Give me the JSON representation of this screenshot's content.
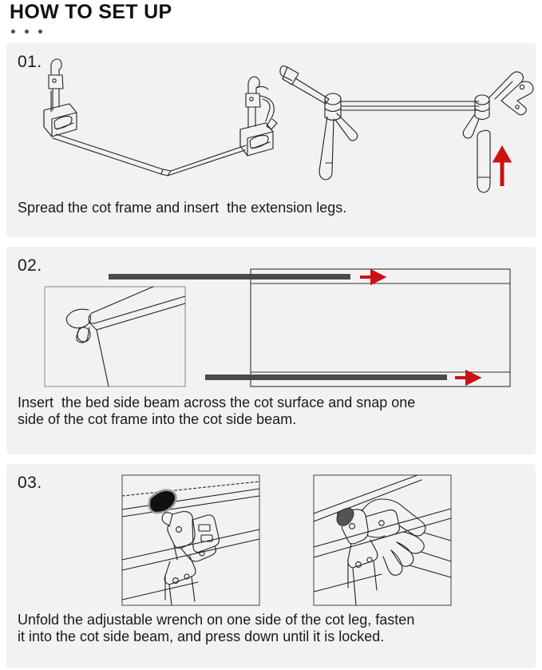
{
  "header": {
    "title": "HOW TO SET UP",
    "dots_count": 3
  },
  "colors": {
    "panel_background": "#f2f2f2",
    "page_background": "#ffffff",
    "text": "#1a1a1a",
    "arrow_red": "#cc1111",
    "beam_dark": "#4a4a4a",
    "line_art_stroke": "#222222"
  },
  "steps": [
    {
      "number": "01.",
      "caption": "Spread the cot frame and insert  the extension legs.",
      "figures": [
        {
          "name": "folded-cot-frame-illustration",
          "description": "V-shaped folded cot frame with two clamp fittings"
        },
        {
          "name": "spread-cot-frame-illustration",
          "description": "Spread cot frame with extension leg and upward red arrow"
        }
      ],
      "arrows": [
        {
          "name": "insert-leg-arrow",
          "direction": "up",
          "color": "#cc1111"
        }
      ]
    },
    {
      "number": "02.",
      "caption": "Insert  the bed side beam across the cot surface and snap one\nside of the cot frame into the cot side beam.",
      "figures": [
        {
          "name": "corner-snap-detail-inset",
          "description": "Bordered inset showing cot corner snap detail"
        },
        {
          "name": "cot-surface-beam-diagram",
          "description": "Cot surface rectangle with two dark side beams sliding in"
        }
      ],
      "arrows": [
        {
          "name": "top-beam-slide-arrow",
          "direction": "right",
          "color": "#cc1111"
        },
        {
          "name": "bottom-beam-slide-arrow",
          "direction": "right",
          "color": "#cc1111"
        }
      ]
    },
    {
      "number": "03.",
      "caption": "Unfold the adjustable wrench on one side of the cot leg, fasten\nit into the cot side beam, and press down until it is locked.",
      "figures": [
        {
          "name": "wrench-clamp-detail-panel",
          "description": "Bordered panel showing adjustable wrench clamp on cot side beam"
        },
        {
          "name": "hand-pressing-clamp-panel",
          "description": "Bordered panel showing a hand pressing the clamp down until locked"
        }
      ],
      "arrows": []
    }
  ]
}
